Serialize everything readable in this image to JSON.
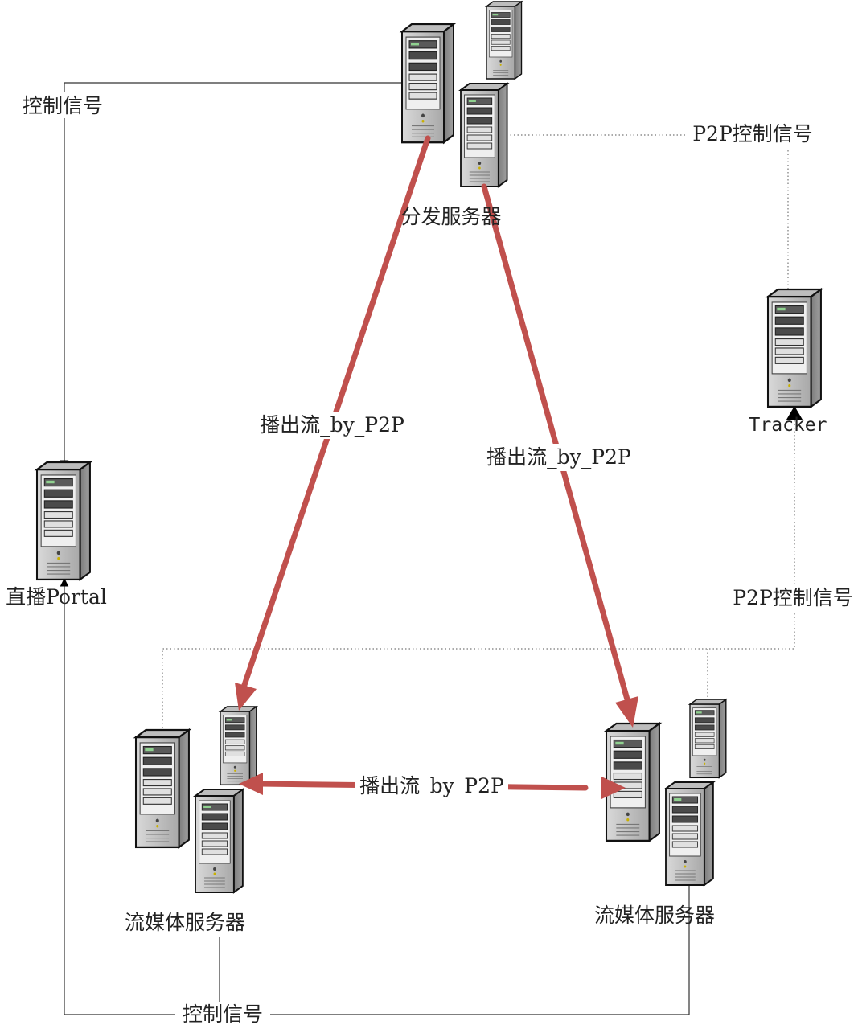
{
  "nodes": {
    "distribution": {
      "label": "分发服务器"
    },
    "tracker": {
      "label": "Tracker"
    },
    "portal": {
      "label": "直播Portal"
    },
    "media_left": {
      "label": "流媒体服务器"
    },
    "media_right": {
      "label": "流媒体服务器"
    }
  },
  "edges": {
    "control_top": {
      "label": "控制信号"
    },
    "control_bottom": {
      "label": "控制信号"
    },
    "p2p_control_top": {
      "label": "P2P控制信号"
    },
    "p2p_control_right": {
      "label": "P2P控制信号"
    },
    "stream_left": {
      "label": "播出流_by_P2P"
    },
    "stream_right": {
      "label": "播出流_by_P2P"
    },
    "stream_bottom": {
      "label": "播出流_by_P2P"
    }
  },
  "colors": {
    "stream": "#c0504d",
    "line": "#333333",
    "server_body": "#c8c8c8",
    "server_side": "#8c8c8c"
  },
  "icons": [
    "server-icon"
  ]
}
